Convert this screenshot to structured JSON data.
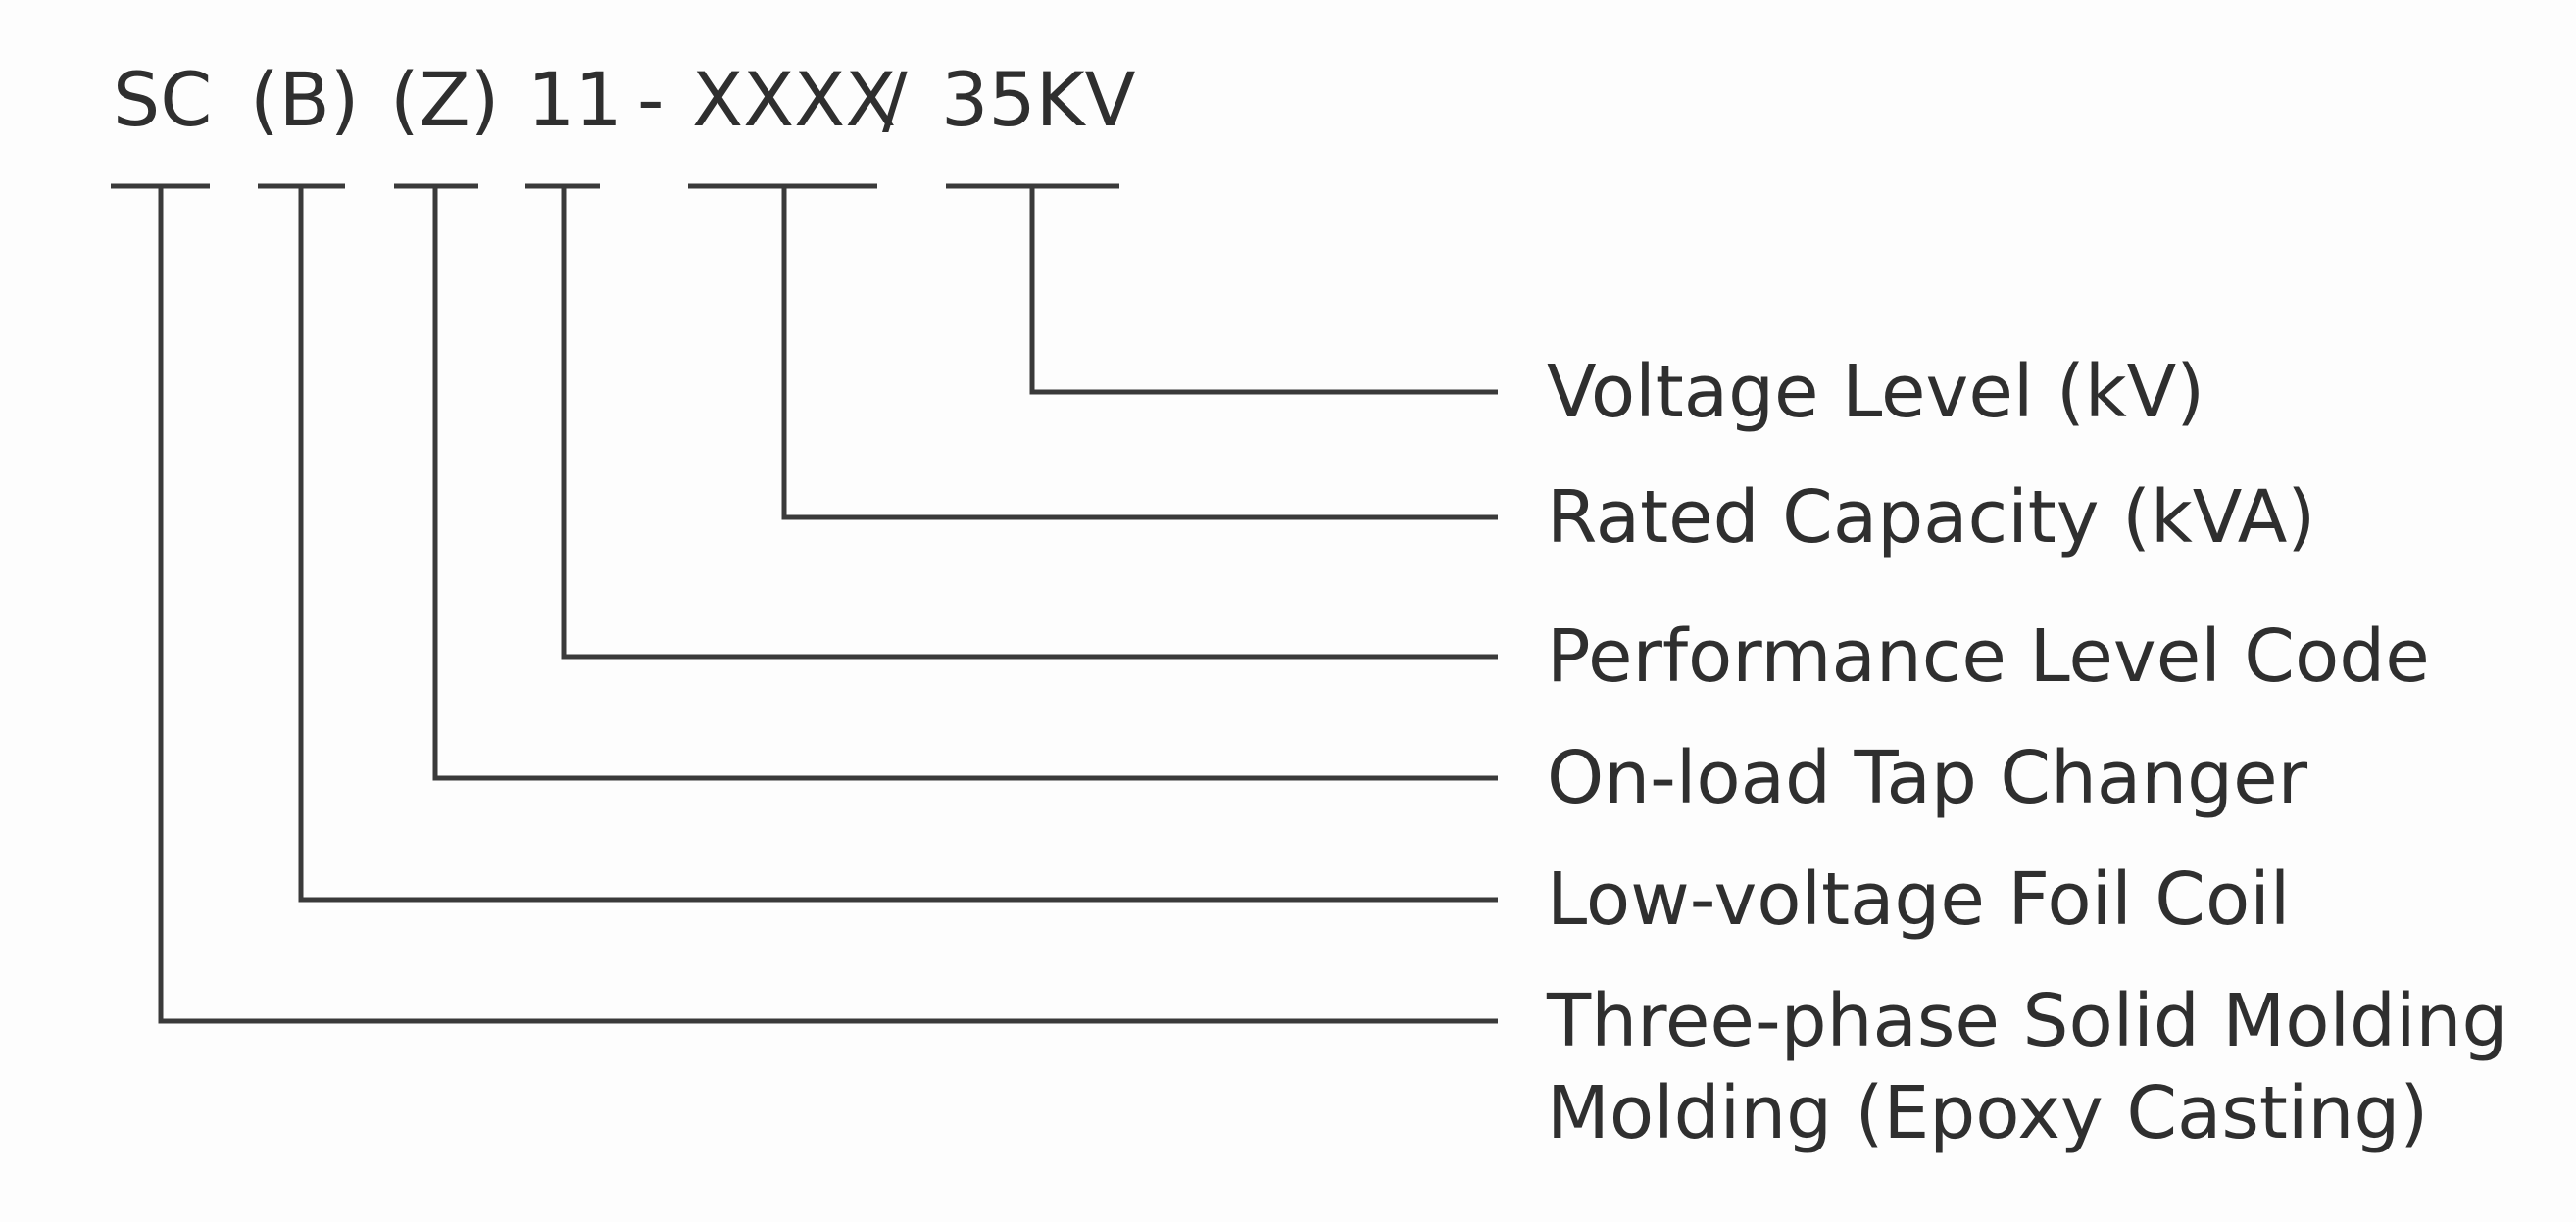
{
  "code": {
    "parts": [
      "SC",
      "(B)",
      "(Z)",
      "11",
      "XXXX",
      "35KV"
    ],
    "separators": [
      "-",
      "/"
    ]
  },
  "descriptions": [
    "Voltage Level (kV)",
    "Rated Capacity (kVA)",
    "Performance Level Code",
    "On-load Tap Changer",
    "Low-voltage Foil Coil",
    "Three-phase Solid Molding",
    "Molding (Epoxy Casting)"
  ],
  "colors": {
    "line": "#3a3a3a",
    "text": "#2f2f2f",
    "background": "#fdfdfd"
  }
}
